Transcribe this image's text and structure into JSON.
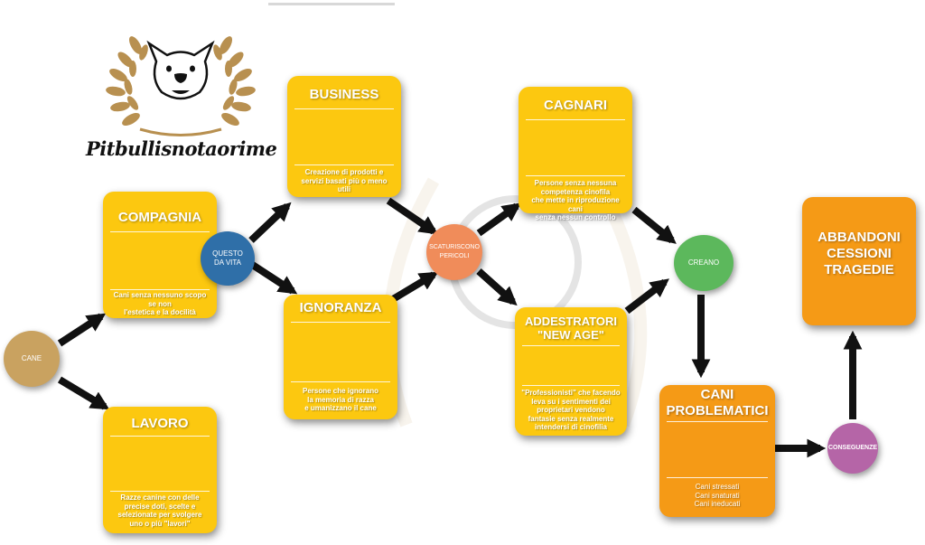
{
  "logo": {
    "text": "Pitbullisnotaorime"
  },
  "nodes": {
    "cane": {
      "label": "CANE",
      "color": "#c9a260"
    },
    "questo_da_vita": {
      "label": "QUESTO\nDA VITA",
      "color": "#2f6fa8"
    },
    "scaturiscono_pericoli": {
      "label": "SCATURISCONO\nPERICOLI",
      "color": "#f08c5a"
    },
    "creano": {
      "label": "CREANO",
      "color": "#5cb85c"
    },
    "conseguenze": {
      "label": "CONSEGUENZE",
      "color": "#b565a7"
    }
  },
  "cards": {
    "compagnia": {
      "title": "COMPAGNIA",
      "desc": "Cani senza nessuno scopo\nse non\nl'estetica e la docilità"
    },
    "lavoro": {
      "title": "LAVORO",
      "desc": "Razze canine con delle\nprecise doti, scelte e\nselezionate per svolgere\nuno o più \"lavori\""
    },
    "business": {
      "title": "BUSINESS",
      "desc": "Creazione di prodotti e\nservizi basati più o meno\nutili"
    },
    "ignoranza": {
      "title": "IGNORANZA",
      "desc": "Persone che ignorano\nla memoria di razza\ne umanizzano il cane"
    },
    "cagnari": {
      "title": "CAGNARI",
      "desc": "Persone senza nessuna\ncompetenza cinofila\nche mette in riproduzione cani\nsenza nessun controllo"
    },
    "addestratori": {
      "title": "ADDESTRATORI\n\"NEW AGE\"",
      "desc": "\"Professionisti\" che facendo\nleva su i sentimenti dei\nproprietari vendono\nfantasie senza realmente\nintendersi di cinofilia"
    },
    "cani_problematici": {
      "title": "CANI\nPROBLEMATICI",
      "desc": "Cani stressati\nCani snaturati\nCani ineducati"
    },
    "abbandoni": {
      "title": "ABBANDONI\nCESSIONI\nTRAGEDIE"
    }
  },
  "colors": {
    "card_yellow": "#fcc810",
    "card_orange": "#f59a16",
    "arrow": "#111111"
  }
}
